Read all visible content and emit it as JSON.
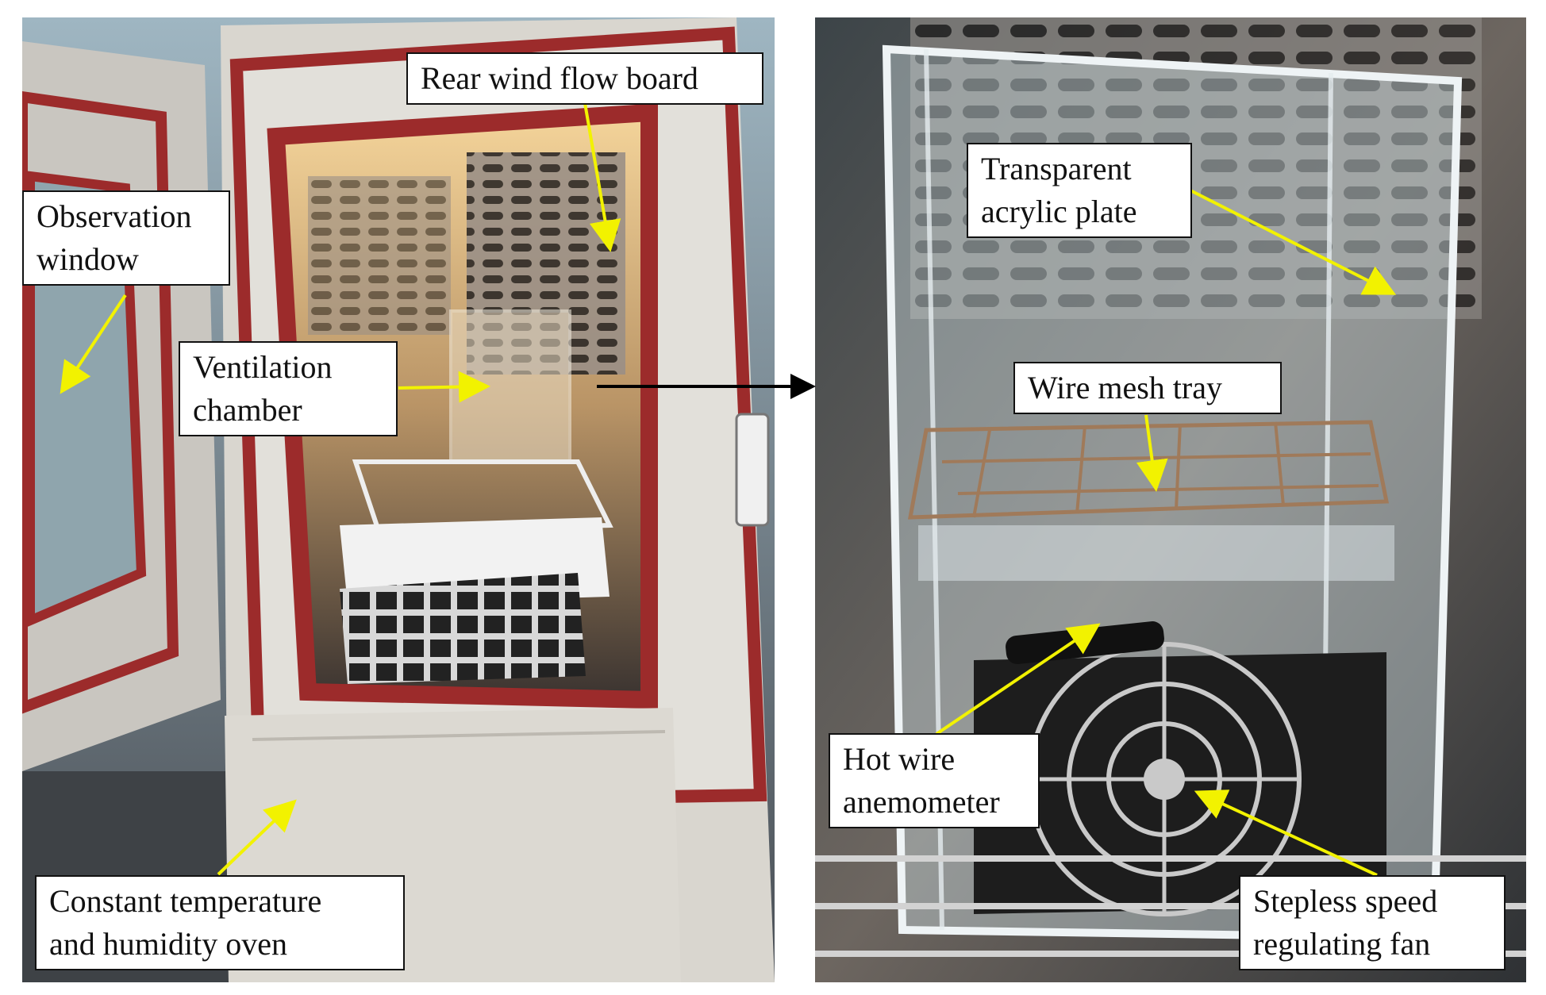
{
  "labels": {
    "rear_wind_flow_board": "Rear wind flow board",
    "observation_window_1": "Observation",
    "observation_window_2": "window",
    "ventilation_chamber_1": "Ventilation",
    "ventilation_chamber_2": "chamber",
    "oven_1": "Constant temperature",
    "oven_2": "and humidity oven",
    "acrylic_plate_1": "Transparent",
    "acrylic_plate_2": "acrylic plate",
    "wire_mesh_tray": "Wire mesh tray",
    "anemometer_1": "Hot wire",
    "anemometer_2": "anemometer",
    "fan_1": "Stepless speed",
    "fan_2": "regulating fan"
  },
  "colors": {
    "callout_arrow": "#f2f200",
    "link_arrow": "#000000",
    "oven_body": "#d9d6cf",
    "door_gasket": "#9c2b2b",
    "acrylic": "#c8d6dc"
  }
}
